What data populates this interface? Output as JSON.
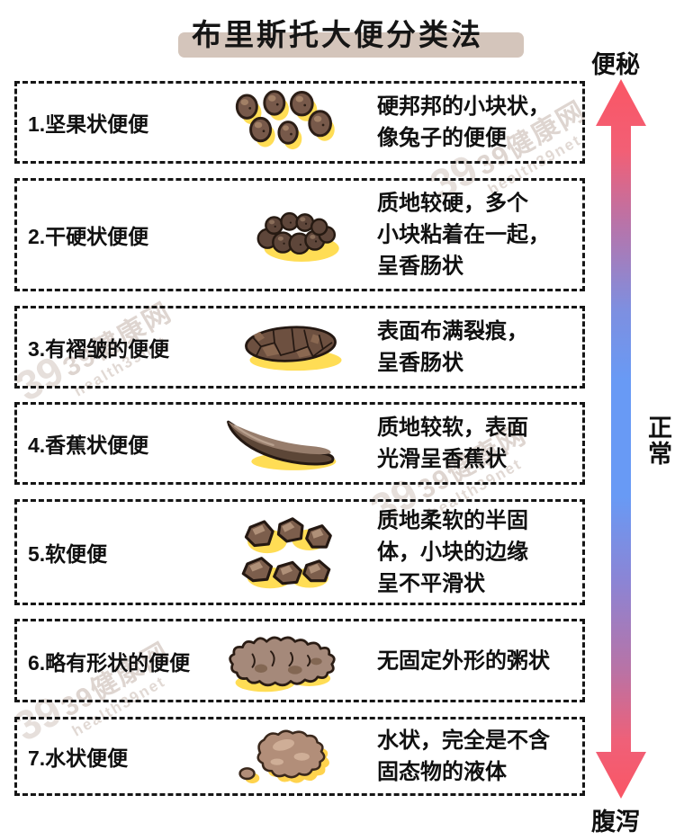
{
  "title": "布里斯托大便分类法",
  "scale": {
    "top_label": "便秘",
    "middle_label": "正常",
    "bottom_label": "腹泻",
    "end_color": "#fa5766",
    "middle_color": "#689af5"
  },
  "watermark": {
    "logo": "39",
    "text": "39健康网",
    "subtext": "health39net"
  },
  "rows": [
    {
      "label": "1.坚果状便便",
      "illustration": "nut-pellets",
      "desc": "硬邦邦的小块状，\n像兔子的便便"
    },
    {
      "label": "2.干硬状便便",
      "illustration": "lumpy-cluster",
      "desc": "质地较硬，多个\n小块粘着在一起，\n呈香肠状"
    },
    {
      "label": "3.有褶皱的便便",
      "illustration": "cracked-sausage",
      "desc": "表面布满裂痕，\n呈香肠状"
    },
    {
      "label": "4.香蕉状便便",
      "illustration": "smooth-banana",
      "desc": "质地较软，表面\n光滑呈香蕉状"
    },
    {
      "label": "5.软便便",
      "illustration": "soft-blobs",
      "desc": "质地柔软的半固\n体，小块的边缘\n呈不平滑状"
    },
    {
      "label": "6.略有形状的便便",
      "illustration": "mushy-pile",
      "desc": "无固定外形的粥状"
    },
    {
      "label": "7.水状便便",
      "illustration": "liquid-puddle",
      "desc": "水状，完全是不含\n固态物的液体"
    }
  ],
  "colors": {
    "title_highlight": "#d4c5bb",
    "shadow_yellow": "#ffdd55",
    "stool_brown_dark": "#5e463a",
    "stool_brown_mid": "#7b5c49",
    "stool_brown_light": "#b28e79",
    "outline": "#2c1e16"
  }
}
